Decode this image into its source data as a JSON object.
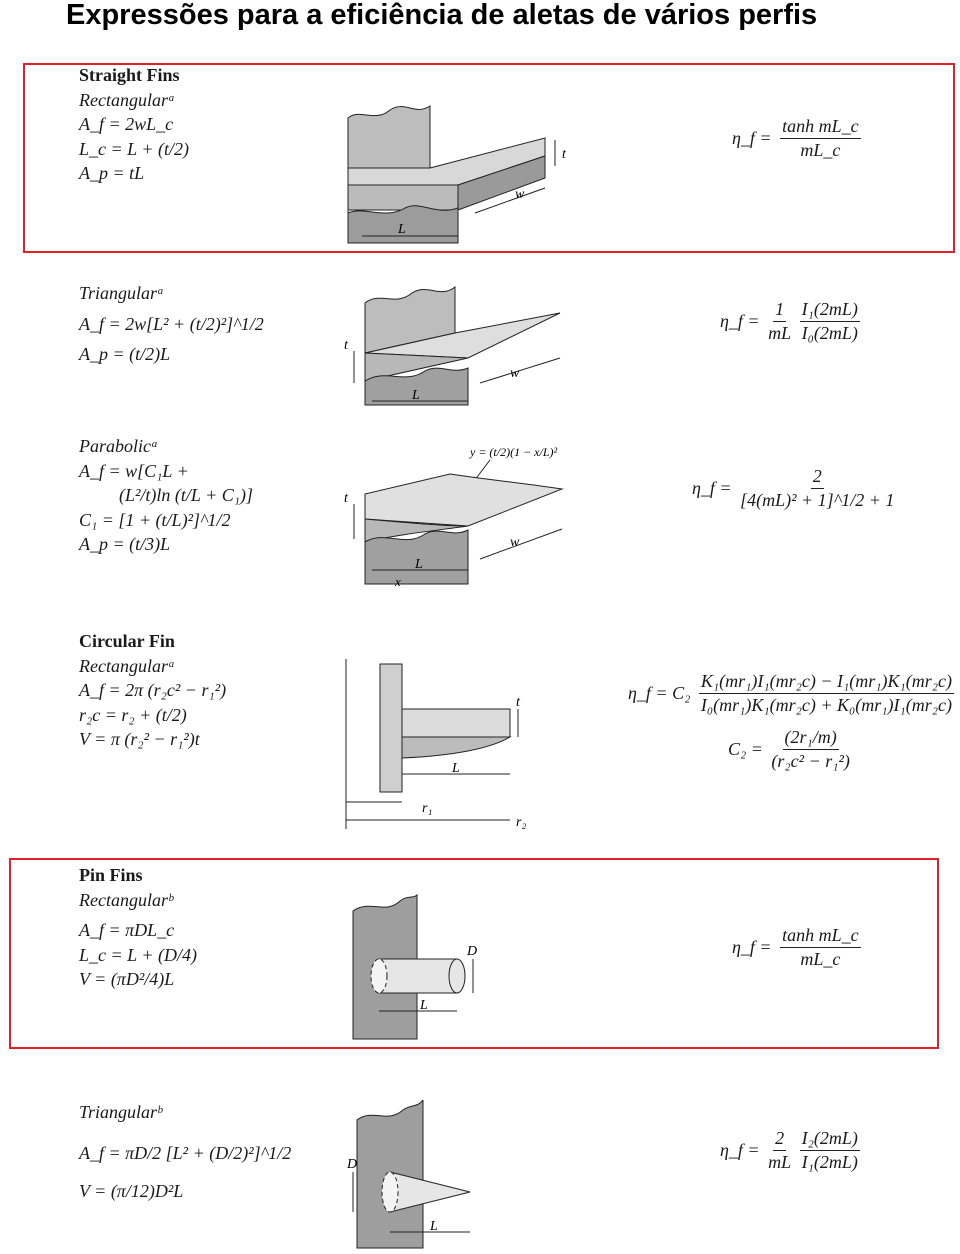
{
  "title": "Expressões para a eficiência de aletas de vários perfis",
  "sections": [
    {
      "heading": "Straight Fins",
      "subtitle": "Rectangularᵃ",
      "lines": [
        "A_f = 2wL_c",
        "L_c = L + (t/2)",
        "A_p = tL"
      ],
      "efficiency": {
        "lhs": "η_f =",
        "num": "tanh mL_c",
        "den": "mL_c"
      },
      "figure_labels": [
        "t",
        "w",
        "L"
      ]
    },
    {
      "heading": "",
      "subtitle": "Triangularᵃ",
      "lines": [
        "A_f = 2w[L² + (t/2)²]^1/2",
        "A_p = (t/2)L"
      ],
      "efficiency": {
        "lhs": "η_f =",
        "num": "1",
        "den": "mL",
        "num2": "I₁(2mL)",
        "den2": "I₀(2mL)"
      },
      "figure_labels": [
        "t",
        "w",
        "L"
      ]
    },
    {
      "heading": "",
      "subtitle": "Parabolicᵃ",
      "lines": [
        "A_f = w[C₁L +",
        "(L²/t)ln (t/L + C₁)]",
        "C₁ = [1 + (t/L)²]^1/2",
        "A_p = (t/3)L"
      ],
      "efficiency": {
        "lhs": "η_f =",
        "num": "2",
        "den": "[4(mL)² + 1]^1/2 + 1"
      },
      "figure_labels": [
        "y = (t/2)(1 − x/L)²",
        "t",
        "w",
        "L",
        "x"
      ]
    },
    {
      "heading": "Circular Fin",
      "subtitle": "Rectangularᵃ",
      "lines": [
        "A_f = 2π (r₂c² − r₁²)",
        "r₂c = r₂ + (t/2)",
        "V = π (r₂² − r₁²)t"
      ],
      "efficiency": {
        "lhs": "η_f = C₂",
        "num": "K₁(mr₁)I₁(mr₂c) − I₁(mr₁)K₁(mr₂c)",
        "den": "I₀(mr₁)K₁(mr₂c) + K₀(mr₁)I₁(mr₂c)"
      },
      "c2": {
        "lhs": "C₂ =",
        "num": "(2r₁/m)",
        "den": "(r₂c² − r₁²)"
      },
      "figure_labels": [
        "t",
        "L",
        "r₁",
        "r₂"
      ]
    },
    {
      "heading": "Pin Fins",
      "subtitle": "Rectangularᵇ",
      "lines": [
        "A_f = πDL_c",
        "L_c = L + (D/4)",
        "V = (πD²/4)L"
      ],
      "efficiency": {
        "lhs": "η_f =",
        "num": "tanh mL_c",
        "den": "mL_c"
      },
      "figure_labels": [
        "D",
        "L"
      ]
    },
    {
      "heading": "",
      "subtitle": "Triangularᵇ",
      "lines": [
        "A_f = πD/2 [L² + (D/2)²]^1/2",
        "V = (π/12)D²L"
      ],
      "efficiency": {
        "lhs": "η_f =",
        "num": "2",
        "den": "mL",
        "num2": "I₂(2mL)",
        "den2": "I₁(2mL)"
      },
      "figure_labels": [
        "D",
        "L"
      ]
    }
  ]
}
